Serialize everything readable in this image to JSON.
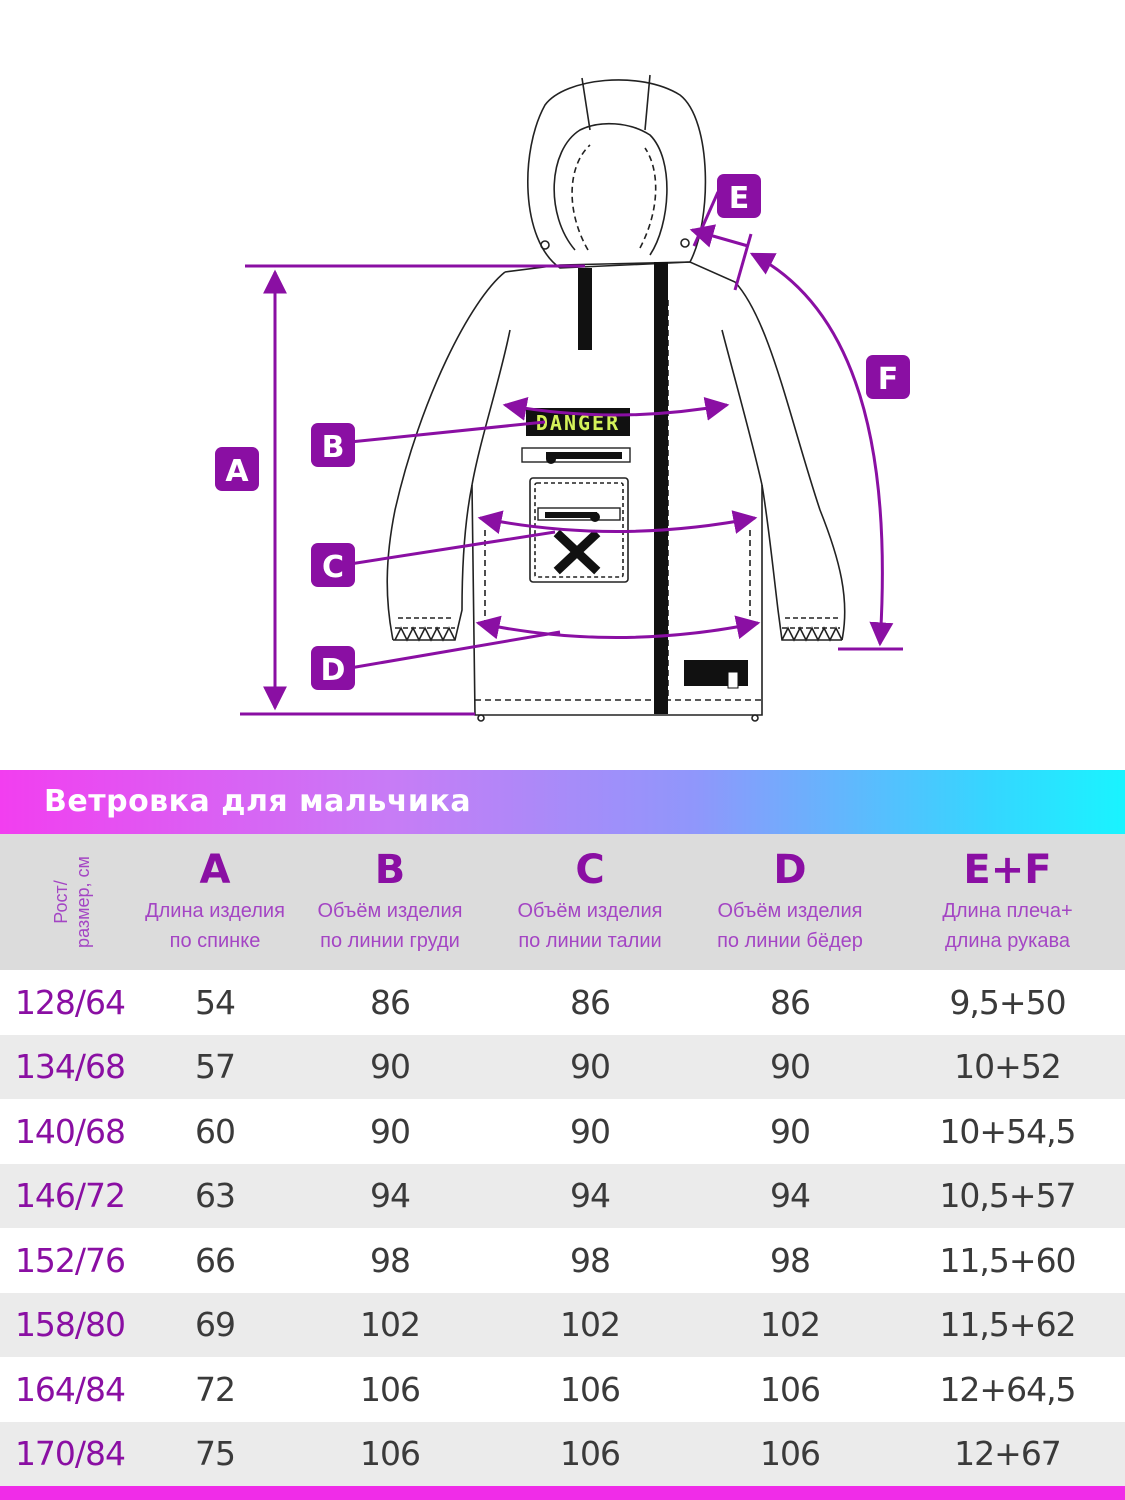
{
  "colors": {
    "accent": "#8a0fa3",
    "accent_light": "#a445c4",
    "bottom_bar": "#f02ce8",
    "patch_text": "#d4f25a"
  },
  "diagram": {
    "patch_text": "DANGER",
    "markers": {
      "a": "A",
      "b": "B",
      "c": "C",
      "d": "D",
      "e": "E",
      "f": "F"
    }
  },
  "banner": {
    "title": "Ветровка для мальчика"
  },
  "table": {
    "size_header": "Рост/\nразмер, см",
    "columns": [
      {
        "letter": "A",
        "desc": "Длина изделия\nпо спинке"
      },
      {
        "letter": "B",
        "desc": "Объём изделия\nпо линии груди"
      },
      {
        "letter": "C",
        "desc": "Объём изделия\nпо линии талии"
      },
      {
        "letter": "D",
        "desc": "Объём изделия\nпо линии бёдер"
      },
      {
        "letter": "E+F",
        "desc": "Длина плеча+\nдлина рукава"
      }
    ],
    "rows": [
      {
        "size": "128/64",
        "a": "54",
        "b": "86",
        "c": "86",
        "d": "86",
        "ef": "9,5+50"
      },
      {
        "size": "134/68",
        "a": "57",
        "b": "90",
        "c": "90",
        "d": "90",
        "ef": "10+52"
      },
      {
        "size": "140/68",
        "a": "60",
        "b": "90",
        "c": "90",
        "d": "90",
        "ef": "10+54,5"
      },
      {
        "size": "146/72",
        "a": "63",
        "b": "94",
        "c": "94",
        "d": "94",
        "ef": "10,5+57"
      },
      {
        "size": "152/76",
        "a": "66",
        "b": "98",
        "c": "98",
        "d": "98",
        "ef": "11,5+60"
      },
      {
        "size": "158/80",
        "a": "69",
        "b": "102",
        "c": "102",
        "d": "102",
        "ef": "11,5+62"
      },
      {
        "size": "164/84",
        "a": "72",
        "b": "106",
        "c": "106",
        "d": "106",
        "ef": "12+64,5"
      },
      {
        "size": "170/84",
        "a": "75",
        "b": "106",
        "c": "106",
        "d": "106",
        "ef": "12+67"
      }
    ]
  }
}
